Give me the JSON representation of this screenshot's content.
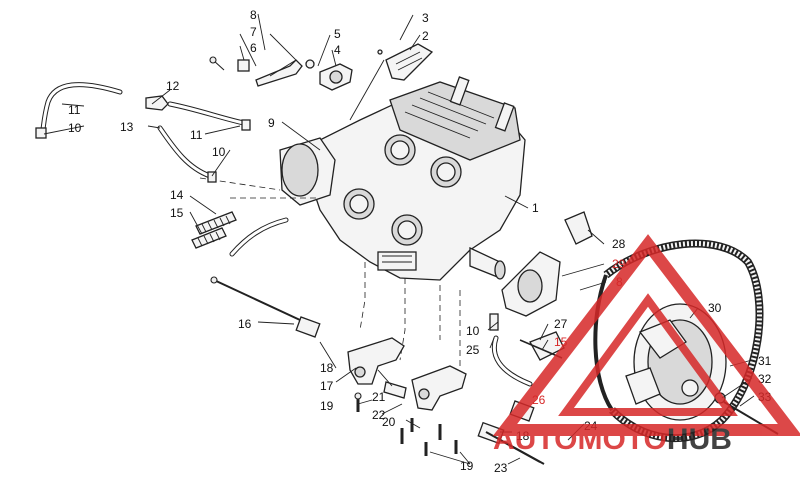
{
  "callouts": [
    {
      "id": "c1",
      "text": "1"
    },
    {
      "id": "c2",
      "text": "2"
    },
    {
      "id": "c3",
      "text": "3"
    },
    {
      "id": "c4",
      "text": "4"
    },
    {
      "id": "c5",
      "text": "5"
    },
    {
      "id": "c6",
      "text": "6"
    },
    {
      "id": "c7",
      "text": "7"
    },
    {
      "id": "c8a",
      "text": "8"
    },
    {
      "id": "c8b",
      "text": "8"
    },
    {
      "id": "c9",
      "text": "9"
    },
    {
      "id": "c10a",
      "text": "10"
    },
    {
      "id": "c10b",
      "text": "10"
    },
    {
      "id": "c10c",
      "text": "10"
    },
    {
      "id": "c11a",
      "text": "11"
    },
    {
      "id": "c11b",
      "text": "11"
    },
    {
      "id": "c12",
      "text": "12"
    },
    {
      "id": "c13",
      "text": "13"
    },
    {
      "id": "c14",
      "text": "14"
    },
    {
      "id": "c15a",
      "text": "15"
    },
    {
      "id": "c15b",
      "text": "15"
    },
    {
      "id": "c16",
      "text": "16"
    },
    {
      "id": "c17",
      "text": "17"
    },
    {
      "id": "c18a",
      "text": "18"
    },
    {
      "id": "c18b",
      "text": "18"
    },
    {
      "id": "c19a",
      "text": "19"
    },
    {
      "id": "c19b",
      "text": "19"
    },
    {
      "id": "c20",
      "text": "20"
    },
    {
      "id": "c21",
      "text": "21"
    },
    {
      "id": "c22",
      "text": "22"
    },
    {
      "id": "c23",
      "text": "23"
    },
    {
      "id": "c24",
      "text": "24"
    },
    {
      "id": "c25",
      "text": "25"
    },
    {
      "id": "c26",
      "text": "26"
    },
    {
      "id": "c27",
      "text": "27"
    },
    {
      "id": "c28",
      "text": "28"
    },
    {
      "id": "c29",
      "text": "29"
    },
    {
      "id": "c30",
      "text": "30"
    },
    {
      "id": "c31",
      "text": "31"
    },
    {
      "id": "c32",
      "text": "32"
    },
    {
      "id": "c33",
      "text": "33"
    }
  ],
  "watermark": {
    "text_part1": "AUTO",
    "text_part2": "MOTO",
    "text_part3": "HUB",
    "color_red": "#d62828",
    "color_dark": "#222222"
  }
}
